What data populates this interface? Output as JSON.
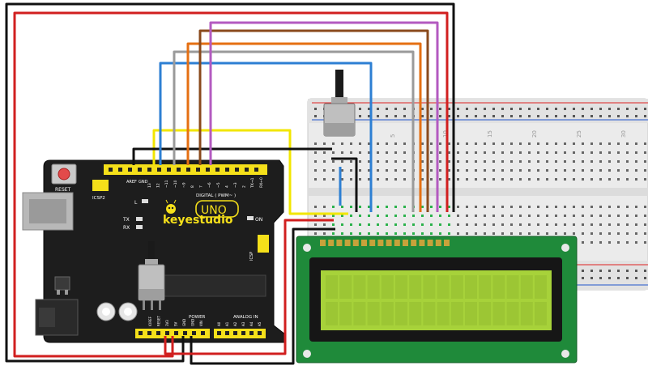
{
  "board": {
    "brand": "keyestudio",
    "model": "UNO",
    "reset_label": "RESET",
    "icsp2_label": "ICSP2",
    "icsp_label": "ICSP",
    "digital_label": "DIGITAL ( PWM~ )",
    "power_label": "POWER",
    "analog_label": "ANALOG IN",
    "on_label": "ON",
    "l_label": "L",
    "tx_label": "TX",
    "rx_label": "RX",
    "aref_label": "AREF",
    "gnd_label": "GND",
    "digital_pins": [
      "13",
      "12",
      "~11",
      "~10",
      "~9",
      "8",
      "7",
      "~6",
      "~5",
      "4",
      "~3",
      "2",
      "TX→1",
      "RX←0"
    ],
    "power_pins": [
      "IOREF",
      "RESET",
      "3V3",
      "5V",
      "GND",
      "GND",
      "VIN"
    ],
    "analog_pins": [
      "A0",
      "A1",
      "A2",
      "A3",
      "A4",
      "A5"
    ]
  },
  "breadboard": {
    "column_numbers": [
      "5",
      "10",
      "15",
      "20",
      "25",
      "30"
    ]
  },
  "lcd": {
    "type": "16x2 character LCD",
    "backlight_color": "#a7d23a"
  },
  "colors": {
    "red": "#d11f1f",
    "black": "#111111",
    "yellow": "#f2e600",
    "blue": "#2d7fd3",
    "orange": "#e56f12",
    "brown": "#8a4a1c",
    "purple": "#b35ac0",
    "gray": "#9a9a9a",
    "board": "#1d1d1d",
    "header": "#f5e01a"
  }
}
